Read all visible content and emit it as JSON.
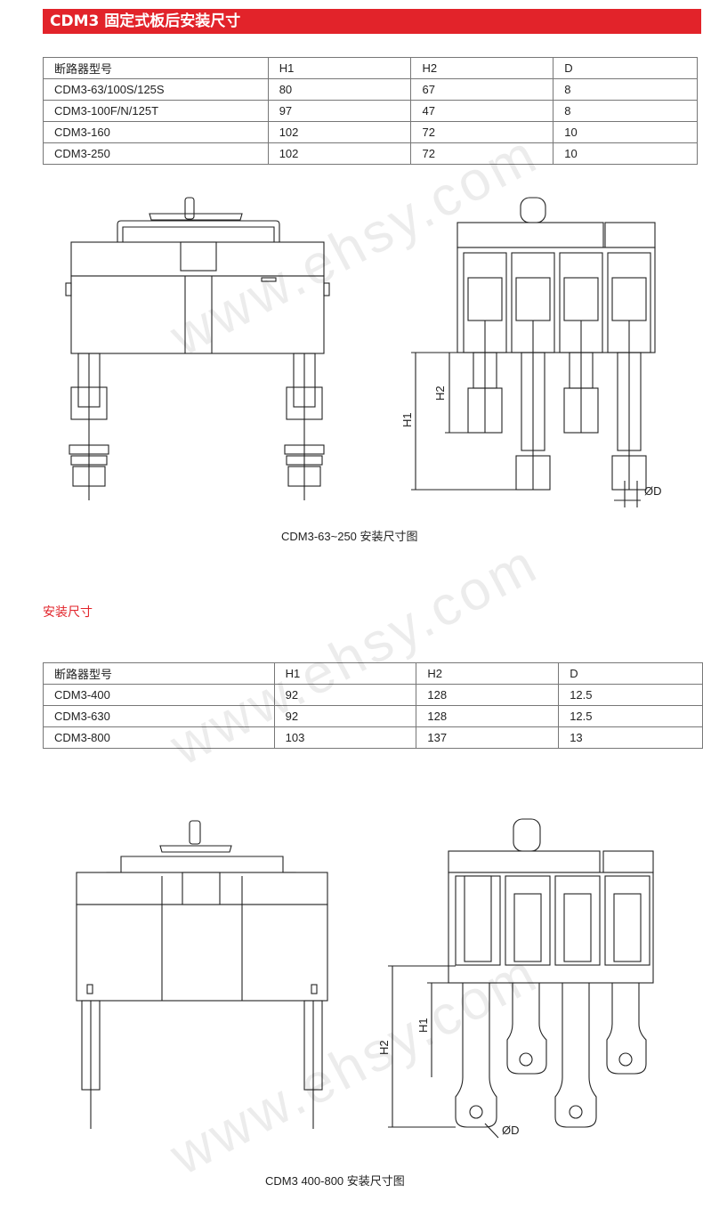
{
  "section1": {
    "title": "CDM3 固定式板后安装尺寸",
    "table": {
      "headers": [
        "断路器型号",
        "H1",
        "H2",
        "D"
      ],
      "rows": [
        [
          "CDM3-63/100S/125S",
          "80",
          "67",
          "8"
        ],
        [
          "CDM3-100F/N/125T",
          "97",
          "47",
          "8"
        ],
        [
          "CDM3-160",
          "102",
          "72",
          "10"
        ],
        [
          "CDM3-250",
          "102",
          "72",
          "10"
        ]
      ]
    },
    "drawing": {
      "caption": "CDM3-63~250 安装尺寸图",
      "labels": {
        "h1": "H1",
        "h2": "H2",
        "d": "ØD"
      }
    }
  },
  "section2": {
    "title": "安装尺寸",
    "table": {
      "headers": [
        "断路器型号",
        "H1",
        "H2",
        "D"
      ],
      "rows": [
        [
          "CDM3-400",
          "92",
          "128",
          "12.5"
        ],
        [
          "CDM3-630",
          "92",
          "128",
          "12.5"
        ],
        [
          "CDM3-800",
          "103",
          "137",
          "13"
        ]
      ]
    },
    "drawing": {
      "caption": "CDM3 400-800 安装尺寸图",
      "labels": {
        "h1": "H1",
        "h2": "H2",
        "d": "ØD"
      }
    }
  },
  "watermark": "www.ehsy.com",
  "colors": {
    "accent": "#e2232a",
    "line": "#222222"
  }
}
